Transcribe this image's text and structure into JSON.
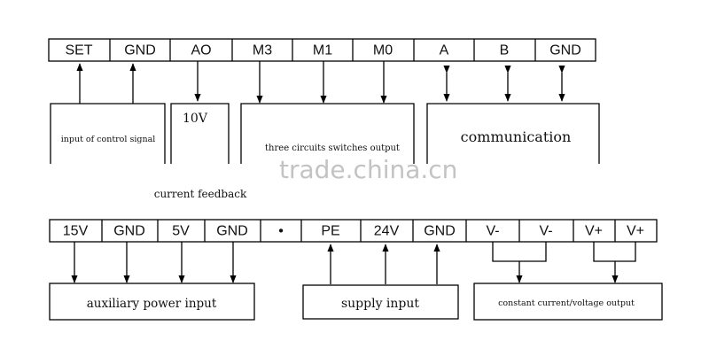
{
  "top_terminals": [
    "SET",
    "GND",
    "AO",
    "M3",
    "M1",
    "M0",
    "A",
    "B",
    "GND"
  ],
  "bottom_terminals": [
    "15V",
    "GND",
    "5V",
    "GND",
    "•",
    "PE",
    "24V",
    "GND",
    "V-",
    "V-",
    "V+",
    "V+"
  ],
  "labels": {
    "control_signal": "input of control signal",
    "ao_voltage": "10V",
    "switches_output": "three circuits switches output",
    "communication": "communication",
    "current_feedback": "current feedback",
    "auxiliary_power": "auxiliary power input",
    "supply_input": "supply input",
    "constant_output": "constant current/voltage output"
  },
  "watermark": "trade.china.cn"
}
